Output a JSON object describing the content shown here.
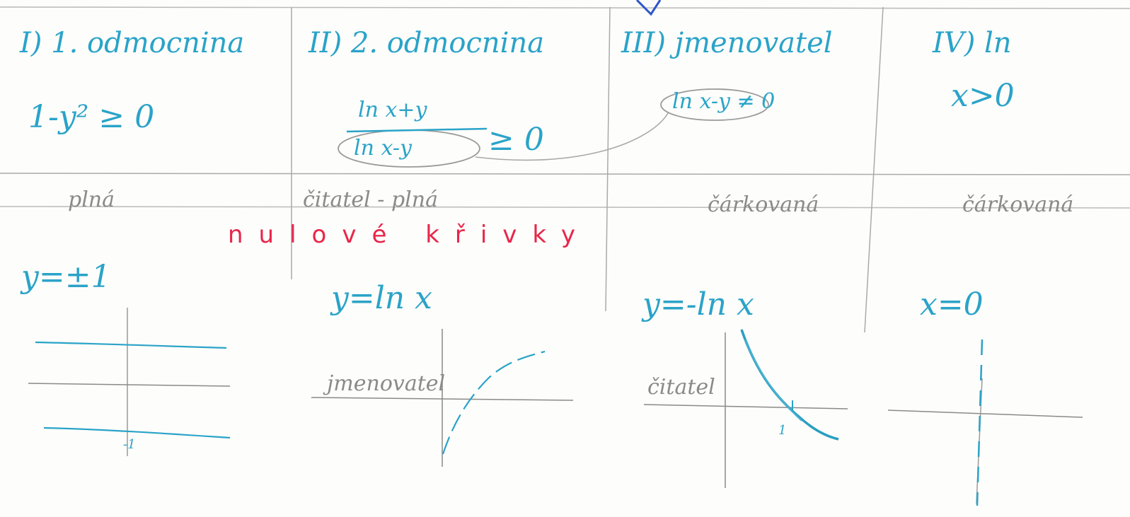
{
  "columns": [
    {
      "heading": "I) 1. odmocnina",
      "condition": "1-y² ≥ 0",
      "line_style": "plná",
      "curve": "y=±1",
      "tick": "-1"
    },
    {
      "heading": "II) 2. odmocnina",
      "numerator": "ln x+y",
      "denominator": "ln x-y",
      "condition_rel": "≥ 0",
      "line_style": "čitatel - plná",
      "curve": "y=ln x",
      "graph_label": "jmenovatel"
    },
    {
      "heading": "III) jmenovatel",
      "condition": "ln x-y ≠ 0",
      "line_style": "čárkovaná",
      "curve": "y=-ln x",
      "graph_label": "čitatel",
      "tick": "1"
    },
    {
      "heading": "IV) ln",
      "condition": "x>0",
      "line_style": "čárkovaná",
      "curve": "x=0"
    }
  ],
  "banner": "nulové křivky",
  "colors": {
    "ink_blue": "#2aa3c9",
    "red": "#e8264a",
    "pencil": "#8a8a8a"
  }
}
